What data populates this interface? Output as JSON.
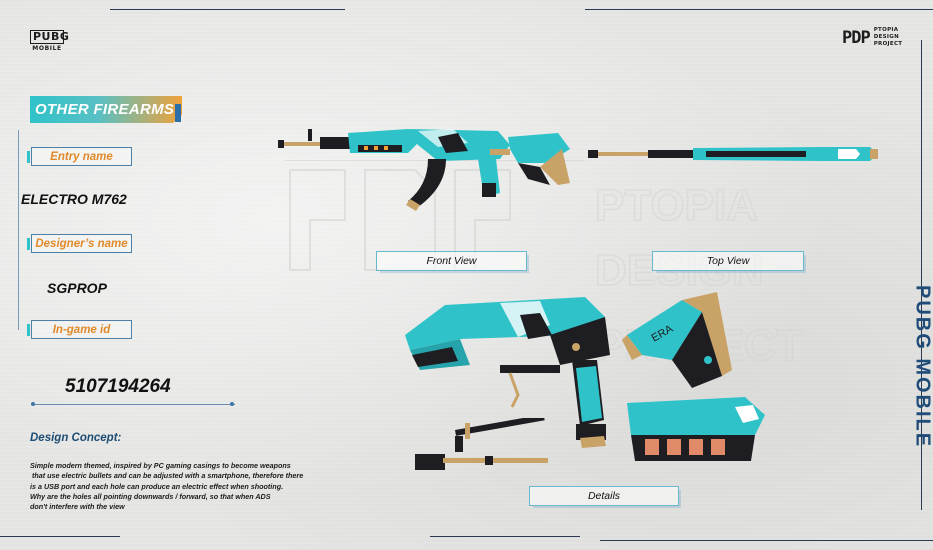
{
  "brand": {
    "pubg_logo_top": "PUBG",
    "pubg_logo_bottom": "MOBILE",
    "pdp_mark": "PDP",
    "pdp_line1": "PTOPIA",
    "pdp_line2": "DESIGN",
    "pdp_line3": "PROJECT"
  },
  "section_title": "OTHER FIREARMS",
  "fields": {
    "entry_label": "Entry name",
    "entry_value": "ELECTRO M762",
    "designer_label": "Designer’s name",
    "designer_value": "SGPROP",
    "ingame_label": "In-game id",
    "ingame_value": "5107194264"
  },
  "concept": {
    "heading": "Design Concept:",
    "lines": [
      "Simple modern themed, inspired by PC gaming casings to become weapons",
      "that use electric bullets and can be adjusted with a smartphone, therefore there",
      "is a USB port and each hole can produce an electric effect when shooting.",
      "Why are the holes all pointing downwards / forward, so that when ADS",
      "don't interfere with the view"
    ]
  },
  "views": {
    "front": "Front View",
    "top": "Top View",
    "details": "Details"
  },
  "watermark": {
    "line1": "PTOPIA",
    "line2": "DESIGN",
    "line3": "PROJECT"
  },
  "stock_engraving": "ERA",
  "side_band": "PUBG MOBILE",
  "colors": {
    "teal": "#2fc3c9",
    "orange": "#e08a2a",
    "navy": "#1f4c78",
    "dark": "#1e1e22",
    "tan": "#c9a267"
  }
}
